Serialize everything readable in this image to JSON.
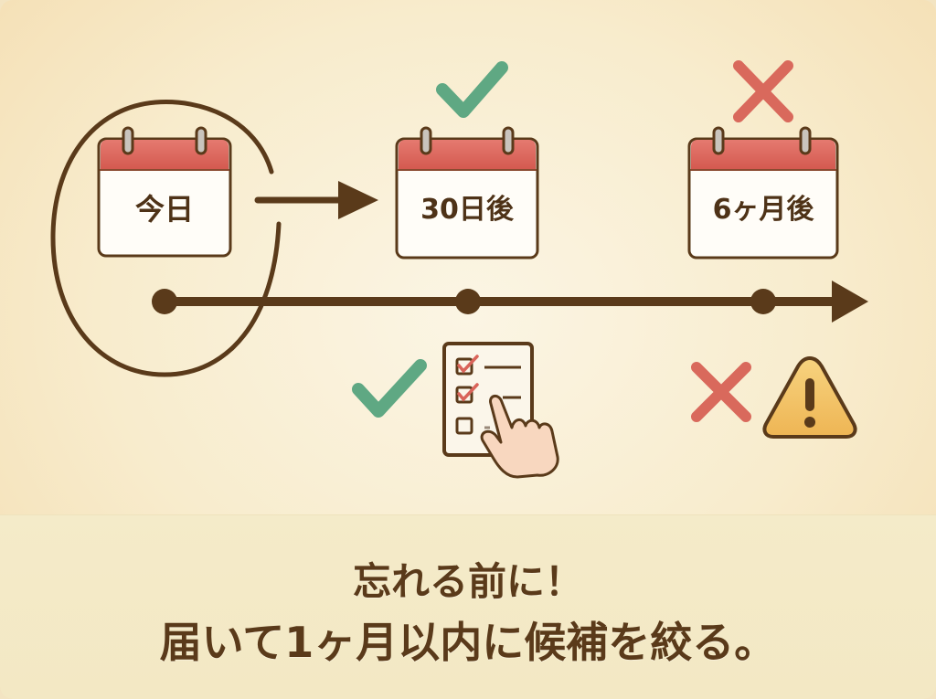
{
  "timeline": {
    "milestones": [
      {
        "label": "今日",
        "status": "start",
        "highlighted": true
      },
      {
        "label": "30日後",
        "status": "ok",
        "mark_icon": "check-icon"
      },
      {
        "label": "6ヶ月後",
        "status": "ng",
        "mark_icon": "cross-icon"
      }
    ],
    "below_markers": [
      {
        "position": "30日後",
        "icons": [
          "check-icon",
          "checklist-hand-icon"
        ]
      },
      {
        "position": "6ヶ月後",
        "icons": [
          "cross-icon",
          "warning-icon"
        ]
      }
    ]
  },
  "message": {
    "line1": "忘れる前に！",
    "line2": "届いて1ヶ月以内に候補を絞る。"
  },
  "colors": {
    "brown": "#5a3a1a",
    "calendar_red": "#d9645a",
    "check_green": "#5fa883",
    "cross_red": "#d9695c",
    "warning_yellow": "#f2c265",
    "background": "#f8eccd"
  }
}
